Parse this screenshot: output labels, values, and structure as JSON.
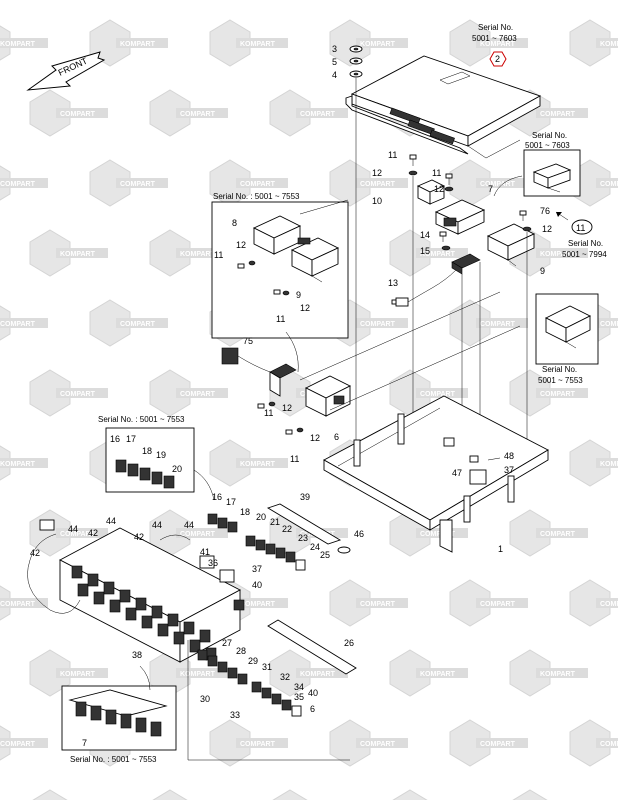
{
  "watermark": {
    "brand": "KOMPART",
    "brand_alt": "COMPART"
  },
  "front_label": "FRONT",
  "callout_ref": "2",
  "callout_ref_11": "11",
  "serials": {
    "top_right": {
      "label": "Serial No.",
      "range": "5001 ~ 7603"
    },
    "right_box": {
      "label": "Serial No.",
      "range": "5001 ~ 7603"
    },
    "right_11": {
      "label": "Serial No.",
      "range": "5001 ~ 7994"
    },
    "inset_top_left": "Serial No. : 5001 ~ 7553",
    "inset_right": {
      "label": "Serial No.",
      "range": "5001 ~ 7553"
    },
    "inset_left": "Serial No. : 5001 ~ 7553",
    "inset_bottom": "Serial No. : 5001 ~ 7553"
  },
  "part_numbers": [
    "3",
    "5",
    "4",
    "11",
    "12",
    "10",
    "11",
    "12",
    "7",
    "76",
    "12",
    "14",
    "15",
    "13",
    "9",
    "8",
    "12",
    "11",
    "9",
    "11",
    "12",
    "75",
    "11",
    "12",
    "6",
    "11",
    "12",
    "48",
    "37",
    "47",
    "1",
    "39",
    "16",
    "17",
    "18",
    "19",
    "20",
    "16",
    "17",
    "18",
    "20",
    "21",
    "22",
    "23",
    "24",
    "25",
    "46",
    "44",
    "42",
    "44",
    "44",
    "42",
    "44",
    "42",
    "41",
    "36",
    "37",
    "40",
    "38",
    "26",
    "27",
    "28",
    "29",
    "30",
    "31",
    "32",
    "33",
    "34",
    "35",
    "40",
    "6",
    "7"
  ]
}
